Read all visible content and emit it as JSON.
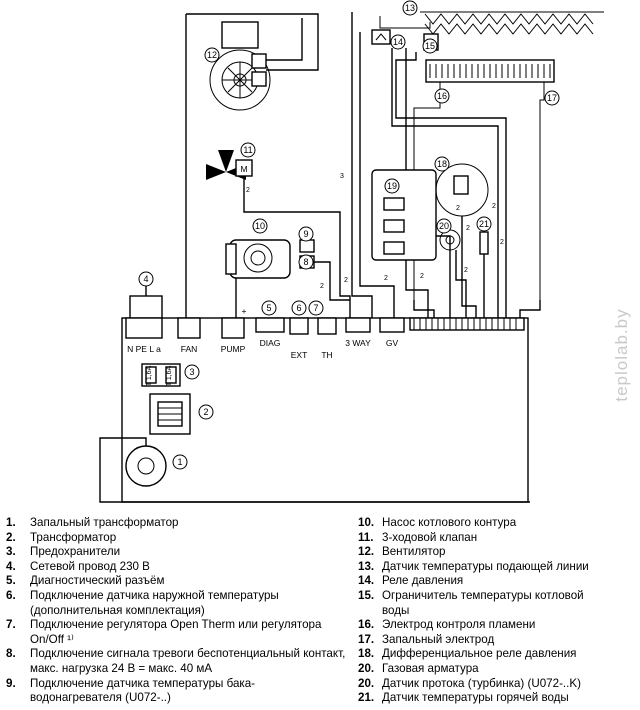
{
  "watermark": "teplolab.by",
  "diagram": {
    "connectors": {
      "mains": "N PE L a",
      "fan": "FAN",
      "pump": "PUMP",
      "diag": "DIAG",
      "ext": "EXT",
      "th": "TH",
      "three_way": "3 WAY",
      "gv": "GV"
    },
    "fuses": [
      "T 1,6A",
      "T 1,6A"
    ],
    "pump_plus": "+",
    "valve_motor": "M",
    "wire_marks": [
      "2",
      "2",
      "2",
      "2",
      "2",
      "2",
      "2",
      "2",
      "2",
      "2",
      "3"
    ],
    "callouts": [
      "1",
      "2",
      "3",
      "4",
      "5",
      "6",
      "7",
      "8",
      "9",
      "10",
      "11",
      "12",
      "13",
      "14",
      "15",
      "16",
      "17",
      "18",
      "19",
      "20",
      "21"
    ]
  },
  "legend": {
    "left": [
      {
        "num": "1.",
        "text": "Запальный трансформатор"
      },
      {
        "num": "2.",
        "text": "Трансформатор"
      },
      {
        "num": "3.",
        "text": "Предохранители"
      },
      {
        "num": "4.",
        "text": "Сетевой провод 230 В"
      },
      {
        "num": "5.",
        "text": "Диагностический разъём"
      },
      {
        "num": "6.",
        "text": "Подключение датчика наружной температуры (дополнительная комплектация)"
      },
      {
        "num": "7.",
        "text": "Подключение регулятора Open Therm или регулятора On/Off ¹⁾"
      },
      {
        "num": "8.",
        "text": "Подключение сигнала тревоги беспотенциальный контакт, макс. нагрузка 24 В = макс. 40 мА"
      },
      {
        "num": "9.",
        "text": "Подключение датчика температуры бака-водонагревателя (U072-..)"
      }
    ],
    "right": [
      {
        "num": "10.",
        "text": "Насос котлового контура"
      },
      {
        "num": "11.",
        "text": "3-ходовой клапан"
      },
      {
        "num": "12.",
        "text": "Вентилятор"
      },
      {
        "num": "13.",
        "text": "Датчик температуры подающей линии"
      },
      {
        "num": "14.",
        "text": "Реле давления"
      },
      {
        "num": "15.",
        "text": "Ограничитель температуры котловой воды"
      },
      {
        "num": "16.",
        "text": "Электрод контроля пламени"
      },
      {
        "num": "17.",
        "text": "Запальный электрод"
      },
      {
        "num": "18.",
        "text": "Дифференциальное реле давления"
      },
      {
        "num": "20.",
        "text": "Газовая арматура"
      },
      {
        "num": "20.",
        "text": "Датчик протока (турбинка) (U072-..K)"
      },
      {
        "num": "21.",
        "text": "Датчик температуры горячей воды"
      }
    ]
  }
}
